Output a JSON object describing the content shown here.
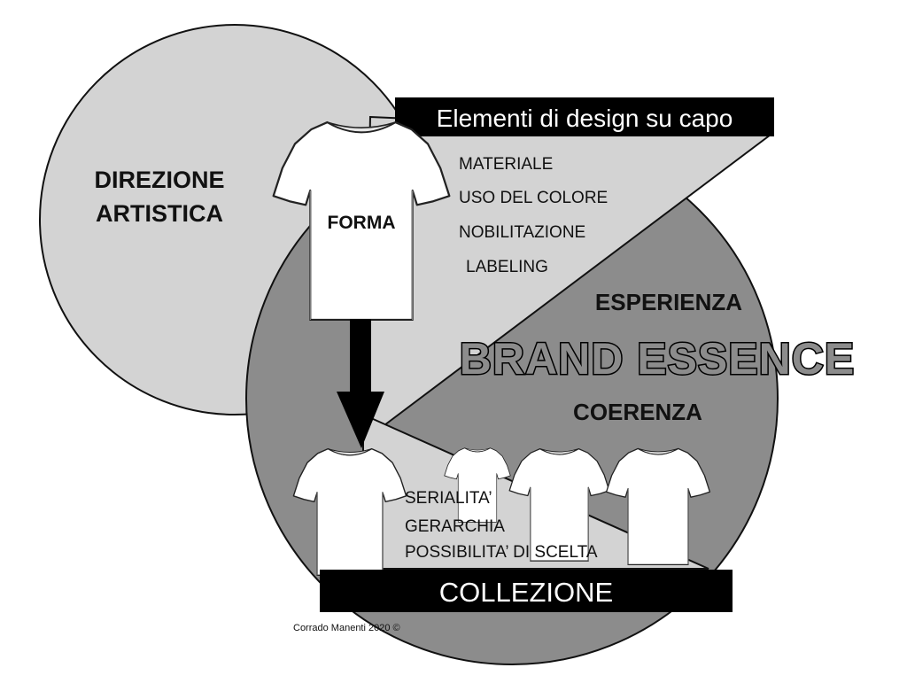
{
  "diagram": {
    "circle_left_label": [
      "DIREZIONE",
      "ARTISTICA"
    ],
    "circle_right_labels": {
      "top": "ESPERIENZA",
      "center": "BRAND ESSENCE",
      "bottom": "COERENZA"
    },
    "top_banner": "Elementi di design su capo",
    "shirt_top_label": "FORMA",
    "design_elements": [
      "MATERIALE",
      "USO DEL COLORE",
      "NOBILITAZIONE",
      "LABELING"
    ],
    "collection_elements": [
      "SERIALITA’",
      "GERARCHIA",
      "POSSIBILITA’ DI SCELTA"
    ],
    "bottom_banner": "COLLEZIONE",
    "credit": "Corrado Manenti 2020 ©"
  },
  "colors": {
    "circle_left": "#d3d3d3",
    "circle_right": "#8c8c8c",
    "wedge": "#d3d3d3",
    "banner": "#000000",
    "banner_text": "#ffffff",
    "shirt": "#ffffff",
    "text": "#111111"
  },
  "icons": [
    "t-shirt-icon",
    "down-arrow-icon"
  ]
}
